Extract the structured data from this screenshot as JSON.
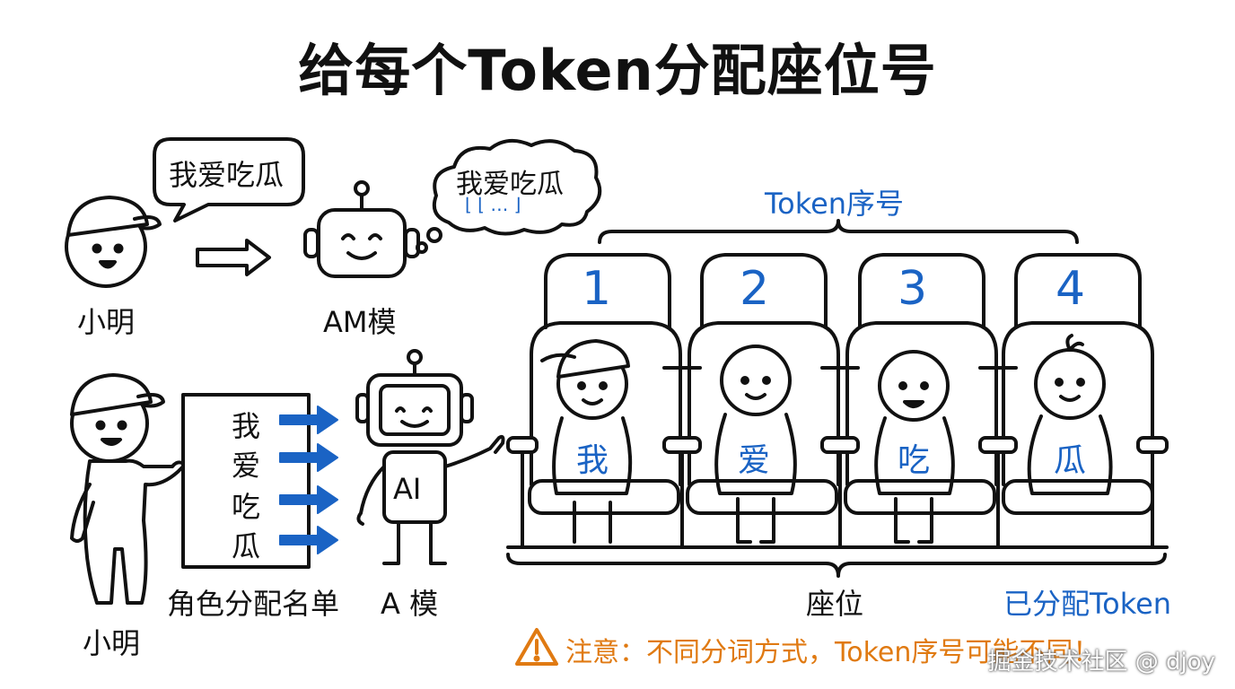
{
  "title": "给每个Token分配座位号",
  "top_row": {
    "speech_bubble": "我爱吃瓜",
    "person_label": "小明",
    "robot_label": "AM模",
    "thought_text": "我爱吃瓜",
    "thought_sub": "⌊ ⌊ … ⌋"
  },
  "bottom_row": {
    "person_label": "小明",
    "list_chars": [
      "我",
      "爱",
      "吃",
      "瓜"
    ],
    "list_label": "角色分配名单",
    "robot_chest": "AI",
    "robot_label": "A 模"
  },
  "theater": {
    "brace_label": "Token序号",
    "seat_numbers": [
      "1",
      "2",
      "3",
      "4"
    ],
    "tokens": [
      "我",
      "爱",
      "吃",
      "瓜"
    ],
    "seats_label": "座位",
    "assigned_label": "已分配Token"
  },
  "note": {
    "text": "注意：不同分词方式，Token序号可能不同！"
  },
  "watermark": "掘金技术社区 @ djoy",
  "colors": {
    "accent_blue": "#1a63c4",
    "warning_orange": "#e07a12",
    "ink": "#111111"
  }
}
